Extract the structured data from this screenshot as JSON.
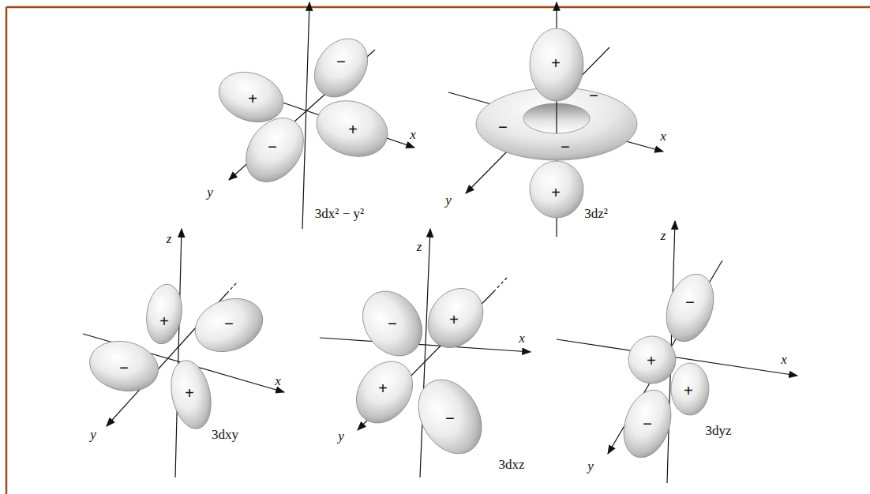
{
  "diagram": {
    "labels": [
      "+",
      "−",
      "+",
      "−",
      "x",
      "y",
      "3dx² − y²",
      "+",
      "−",
      "−",
      "−",
      "+",
      "x",
      "y",
      "3dz²",
      "z",
      "+",
      "−",
      "−",
      "+",
      "x",
      "y",
      "3dxy",
      "z",
      "−",
      "+",
      "+",
      "−",
      "x",
      "y",
      "3dxz",
      "z",
      "+",
      "−",
      "+",
      "−",
      "x",
      "y",
      "3dyz"
    ]
  }
}
